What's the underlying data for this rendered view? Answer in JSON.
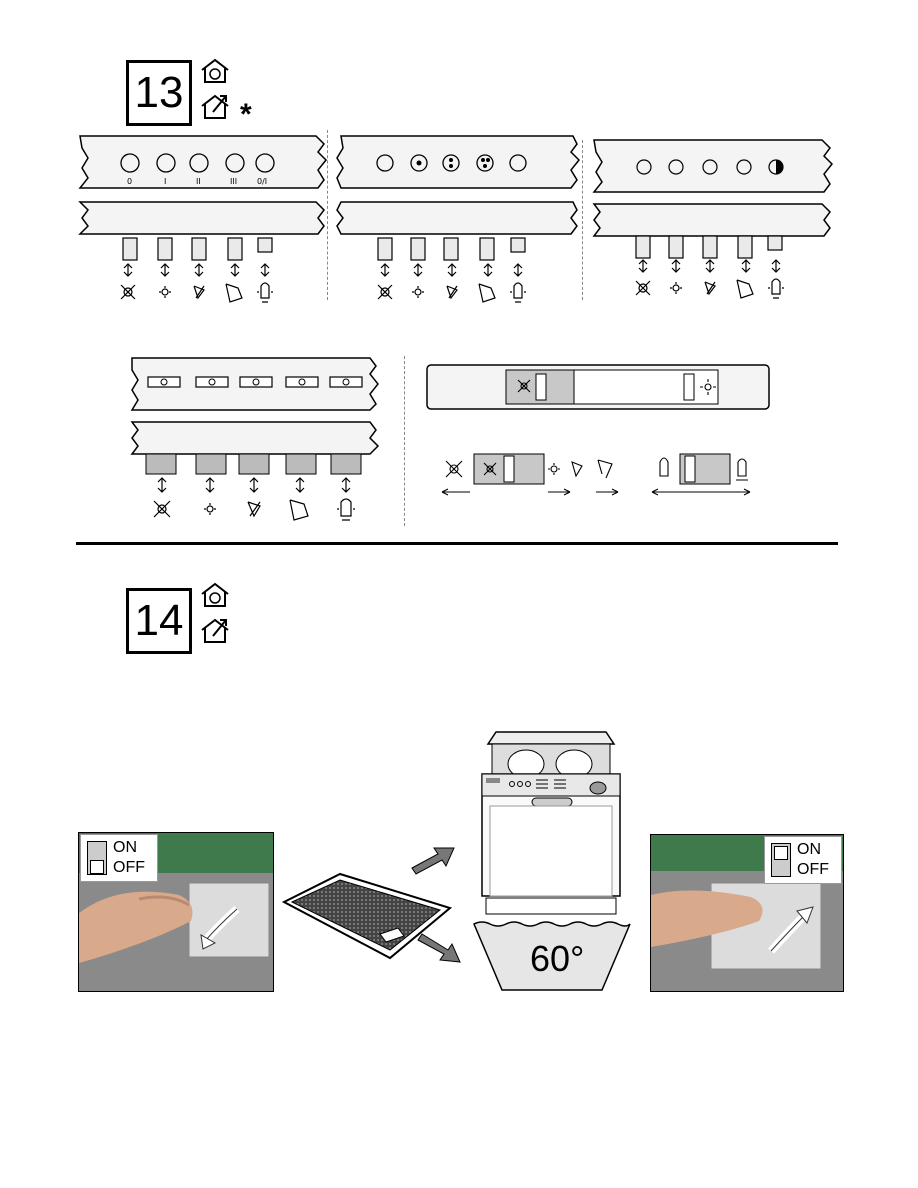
{
  "step13": {
    "number": "13",
    "asterisk": "*"
  },
  "step14": {
    "number": "14"
  },
  "panel1": {
    "labels": [
      "0",
      "I",
      "II",
      "III",
      "0/I"
    ]
  },
  "switch_states": {
    "on": "ON",
    "off": "OFF"
  },
  "dishwasher": {
    "temperature": "60°"
  },
  "icons": [
    "hood-recirculation-icon",
    "hood-extraction-icon",
    "fan-off-icon",
    "fan-speed-1-icon",
    "fan-speed-2-icon",
    "fan-speed-3-icon",
    "light-bulb-icon"
  ],
  "colors": {
    "rule": "#000000",
    "panel_fill": "#f4f4f4",
    "switch_fill": "#c8c8c8",
    "hood_green": "#3e7a4c"
  }
}
